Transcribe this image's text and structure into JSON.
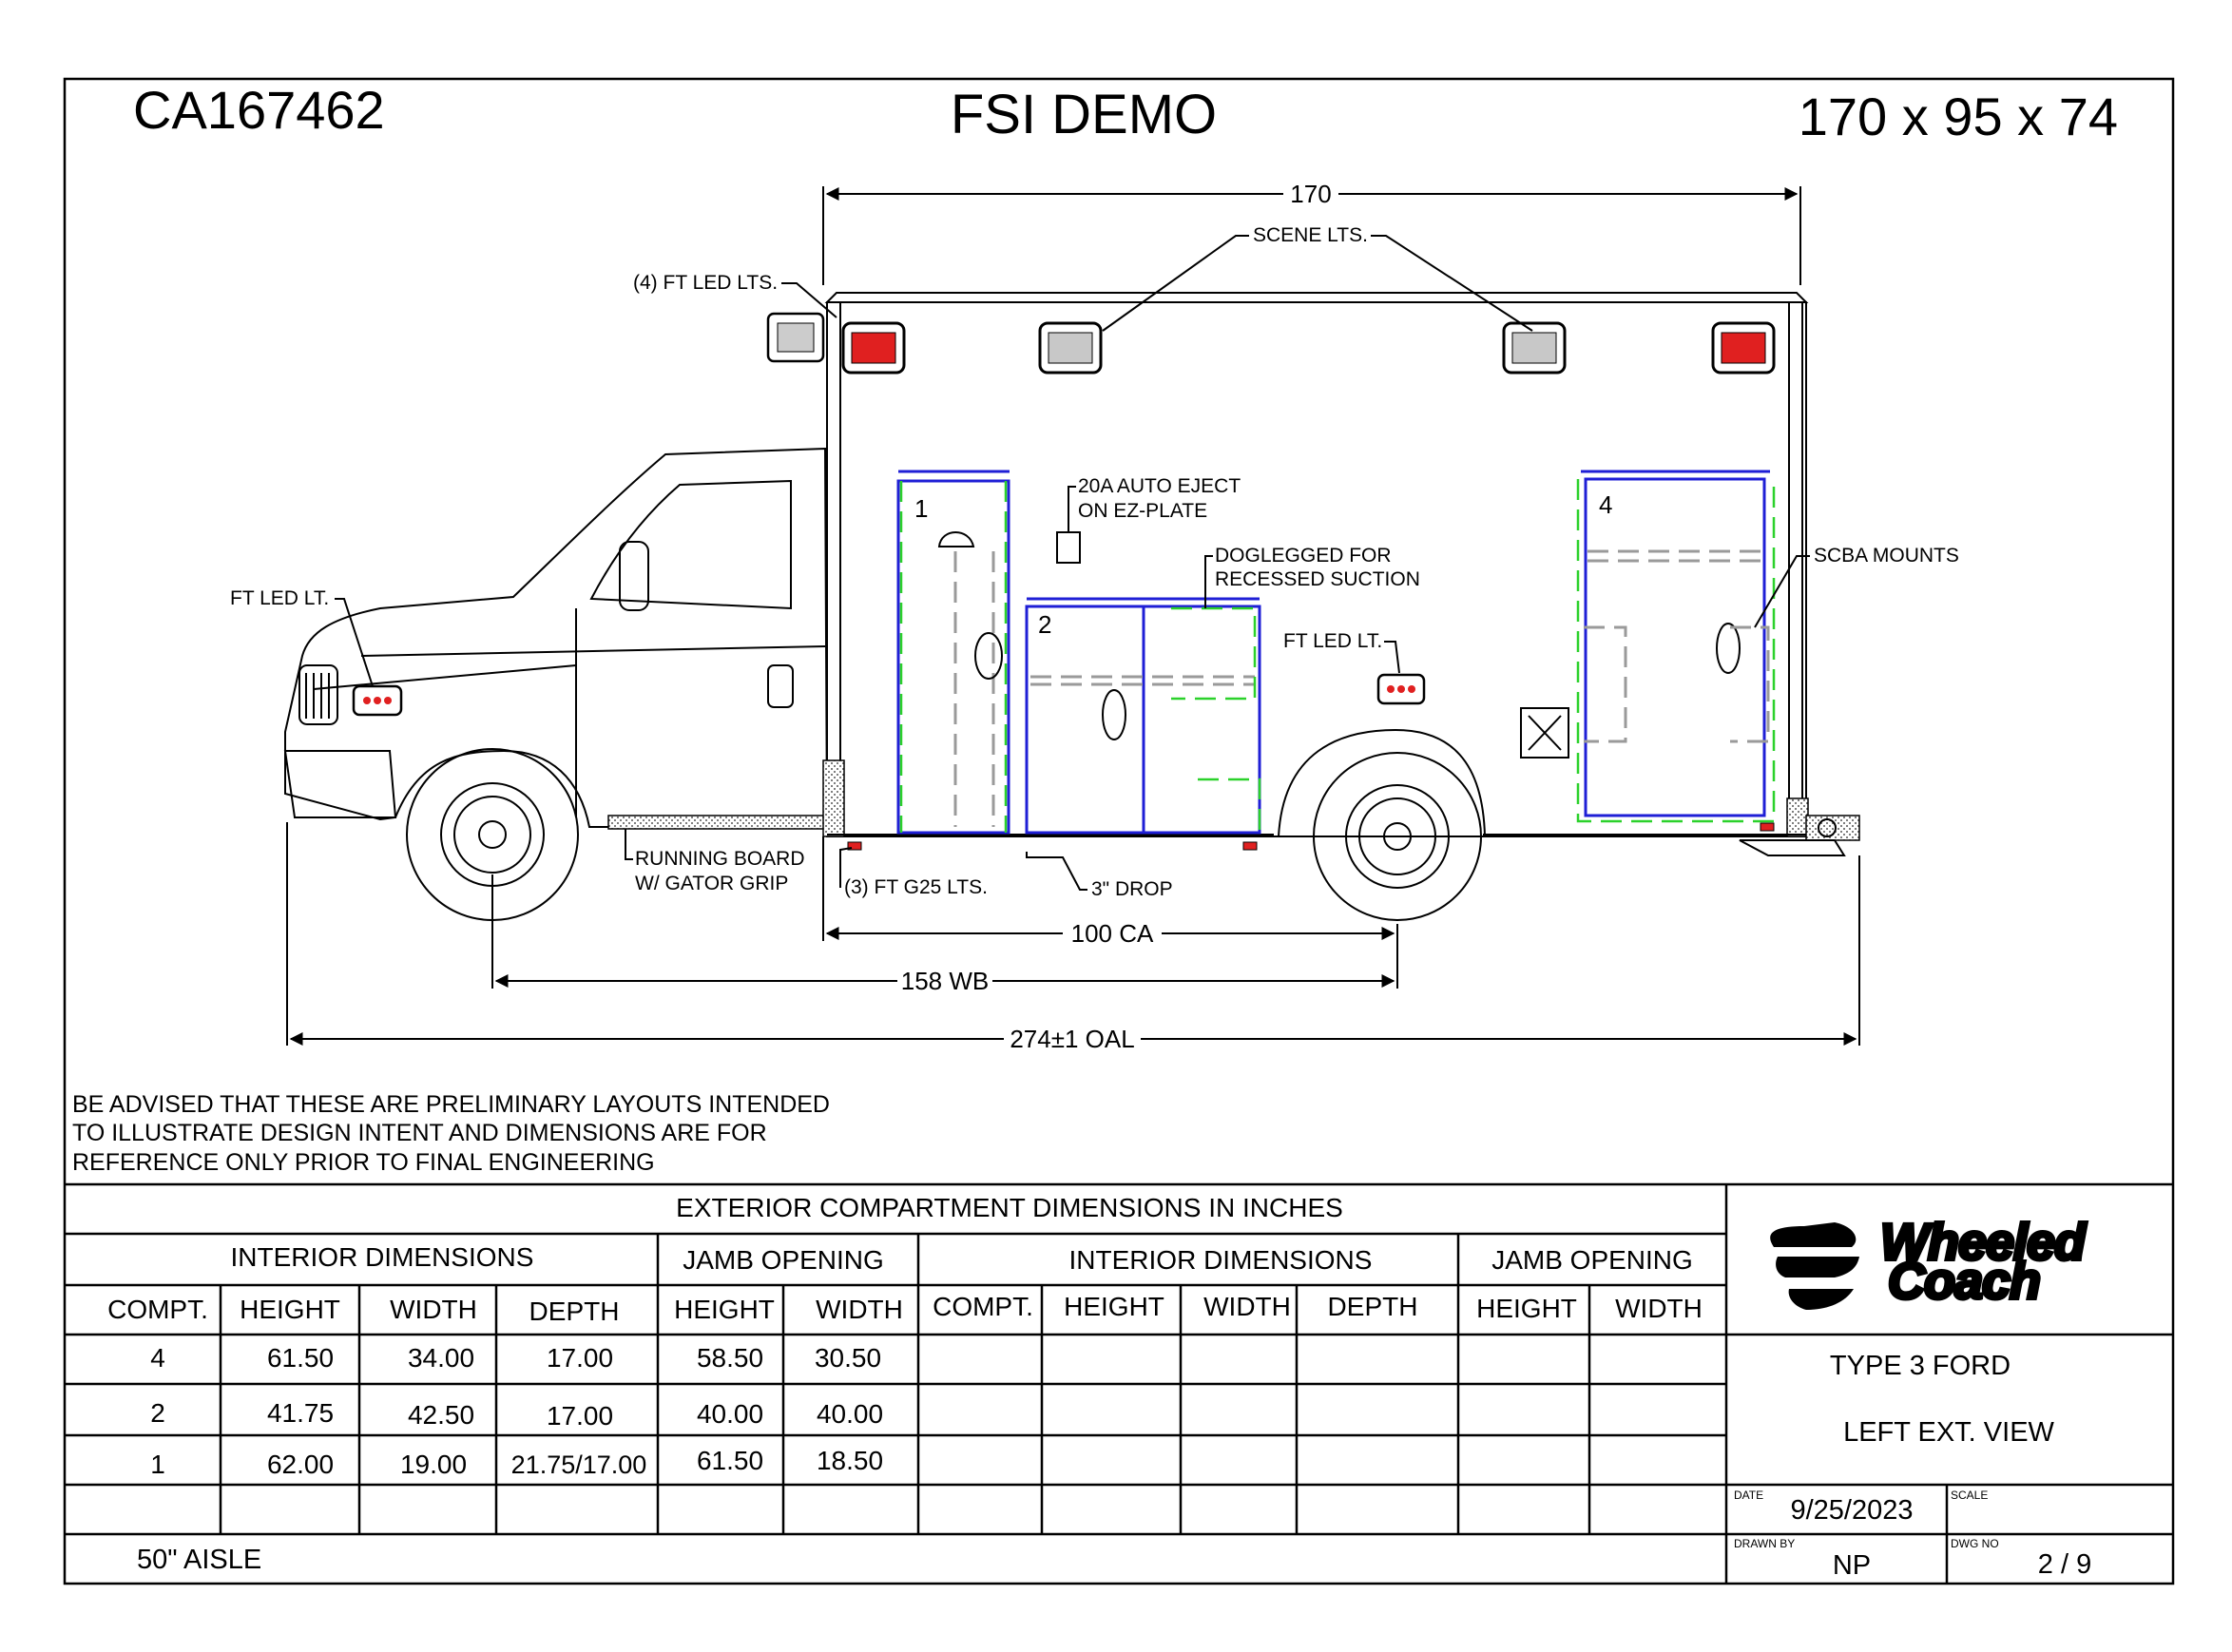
{
  "header": {
    "job_number": "CA167462",
    "title": "FSI DEMO",
    "size": "170 x 95 x 74"
  },
  "drawing": {
    "callouts": {
      "ft_led_lts_4": "(4) FT LED LTS.",
      "scene_lts": "SCENE LTS.",
      "auto_eject_1": "20A AUTO EJECT",
      "auto_eject_2": "ON EZ-PLATE",
      "doglegged_1": "DOGLEGGED FOR",
      "doglegged_2": "RECESSED SUCTION",
      "scba_mounts": "SCBA MOUNTS",
      "ft_led_lt_front": "FT LED LT.",
      "ft_led_lt_side": "FT LED LT.",
      "running_board_1": "RUNNING BOARD",
      "running_board_2": "W/ GATOR GRIP",
      "ft_g25_lts": "(3) FT G25 LTS.",
      "drop": "3\" DROP"
    },
    "compartment_numbers": [
      "1",
      "2",
      "4"
    ],
    "dimensions": {
      "box_length": "170",
      "ca": "100 CA",
      "wb": "158 WB",
      "oal": "274±1 OAL"
    }
  },
  "notice": [
    "BE ADVISED THAT THESE ARE PRELIMINARY LAYOUTS INTENDED",
    "TO ILLUSTRATE DESIGN INTENT AND DIMENSIONS  ARE FOR",
    "REFERENCE ONLY PRIOR TO FINAL ENGINEERING"
  ],
  "table": {
    "title": "EXTERIOR COMPARTMENT DIMENSIONS IN INCHES",
    "group_headers": [
      "INTERIOR DIMENSIONS",
      "JAMB OPENING",
      "INTERIOR DIMENSIONS",
      "JAMB OPENING"
    ],
    "columns": [
      "COMPT.",
      "HEIGHT",
      "WIDTH",
      "DEPTH",
      "HEIGHT",
      "WIDTH",
      "COMPT.",
      "HEIGHT",
      "WIDTH",
      "DEPTH",
      "HEIGHT",
      "WIDTH"
    ],
    "rows": [
      [
        "4",
        "61.50",
        "34.00",
        "17.00",
        "58.50",
        "30.50",
        "",
        "",
        "",
        "",
        "",
        ""
      ],
      [
        "2",
        "41.75",
        "42.50",
        "17.00",
        "40.00",
        "40.00",
        "",
        "",
        "",
        "",
        "",
        ""
      ],
      [
        "1",
        "62.00",
        "19.00",
        "21.75/17.00",
        "61.50",
        "18.50",
        "",
        "",
        "",
        "",
        "",
        ""
      ],
      [
        "",
        "",
        "",
        "",
        "",
        "",
        "",
        "",
        "",
        "",
        "",
        ""
      ]
    ],
    "footer_note": "50\" AISLE"
  },
  "title_block": {
    "logo_line1": "Wheeled",
    "logo_line2": "Coach",
    "type": "TYPE 3 FORD",
    "view": "LEFT EXT. VIEW",
    "date_label": "DATE",
    "date": "9/25/2023",
    "scale_label": "SCALE",
    "scale": "",
    "drawn_by_label": "DRAWN BY",
    "drawn_by": "NP",
    "dwg_no_label": "DWG NO",
    "dwg_no": "2 / 9"
  },
  "colors": {
    "compartment_outline": "#1f1fd6",
    "door_outline": "#2bd12b",
    "shelf_dashes": "#9a9a9a",
    "warning_light": "#e02020"
  }
}
